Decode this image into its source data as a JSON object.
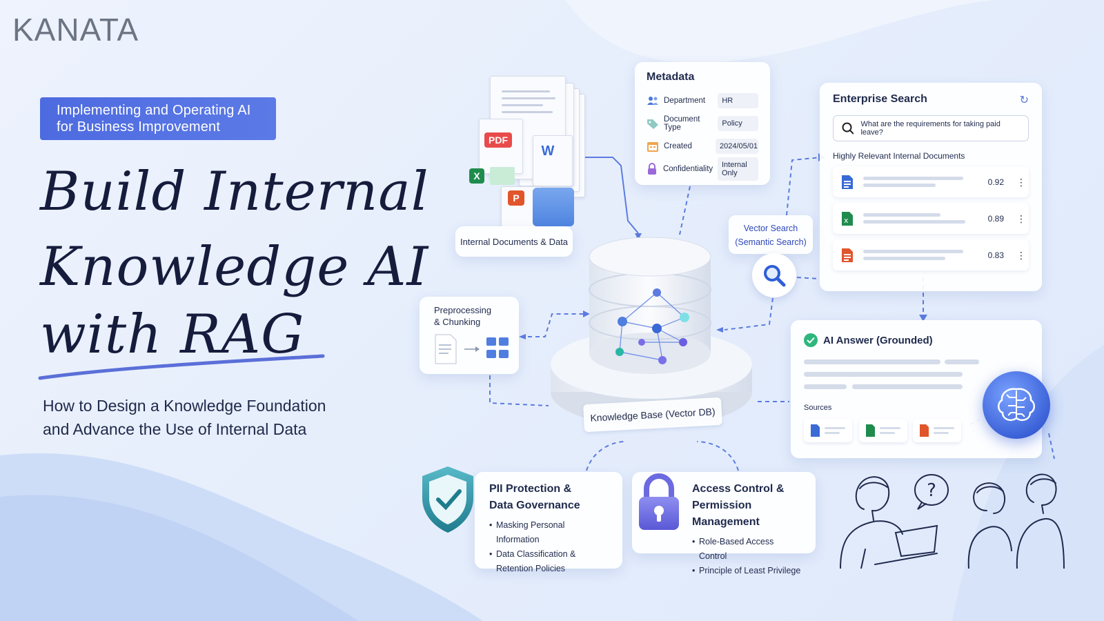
{
  "brand": {
    "logo": "KANATA"
  },
  "badge": {
    "line1": "Implementing and Operating AI",
    "line2": "for Business Improvement"
  },
  "title": {
    "line1": "Build Internal",
    "line2": "Knowledge AI",
    "line3": "with RAG"
  },
  "subtitle": {
    "line1": "How to Design a Knowledge Foundation",
    "line2": "and Advance the Use of Internal Data"
  },
  "documents": {
    "label": "Internal Documents & Data",
    "tags": {
      "pdf": "PDF",
      "word": "W",
      "excel": "X",
      "ppt": "P"
    }
  },
  "metadata": {
    "title": "Metadata",
    "rows": [
      {
        "icon": "people-icon",
        "label": "Department",
        "value": "HR"
      },
      {
        "icon": "tag-icon",
        "label": "Document Type",
        "value": "Policy"
      },
      {
        "icon": "calendar-icon",
        "label": "Created",
        "value": "2024/05/01"
      },
      {
        "icon": "lock-icon",
        "label": "Confidentiality",
        "value": "Internal Only"
      }
    ]
  },
  "search": {
    "title": "Enterprise Search",
    "query": "What are the requirements for taking paid leave?",
    "results_label": "Highly Relevant Internal Documents",
    "results": [
      {
        "icon": "word-doc-icon",
        "score": "0.92"
      },
      {
        "icon": "excel-doc-icon",
        "score": "0.89"
      },
      {
        "icon": "ppt-doc-icon",
        "score": "0.83"
      }
    ]
  },
  "vector_search": {
    "line1": "Vector Search",
    "line2": "(Semantic Search)"
  },
  "preprocessing": {
    "line1": "Preprocessing",
    "line2": "& Chunking"
  },
  "knowledge_base": {
    "label": "Knowledge Base (Vector DB)"
  },
  "answer": {
    "title": "AI Answer (Grounded)",
    "sources_label": "Sources"
  },
  "pii": {
    "title_line1": "PII Protection &",
    "title_line2": "Data Governance",
    "items": [
      "Masking Personal Information",
      "Data Classification &",
      "Retention Policies"
    ]
  },
  "access": {
    "title_line1": "Access Control &",
    "title_line2": "Permission Management",
    "items": [
      "Role-Based Access Control",
      "Principle of Least Privilege"
    ]
  },
  "people": {
    "question_mark": "?"
  },
  "colors": {
    "accent": "#4d6be0",
    "dark_text": "#151c3c",
    "background": "#e6eefc",
    "dashed_line": "#5b7be0",
    "check_green": "#2eb67d"
  }
}
